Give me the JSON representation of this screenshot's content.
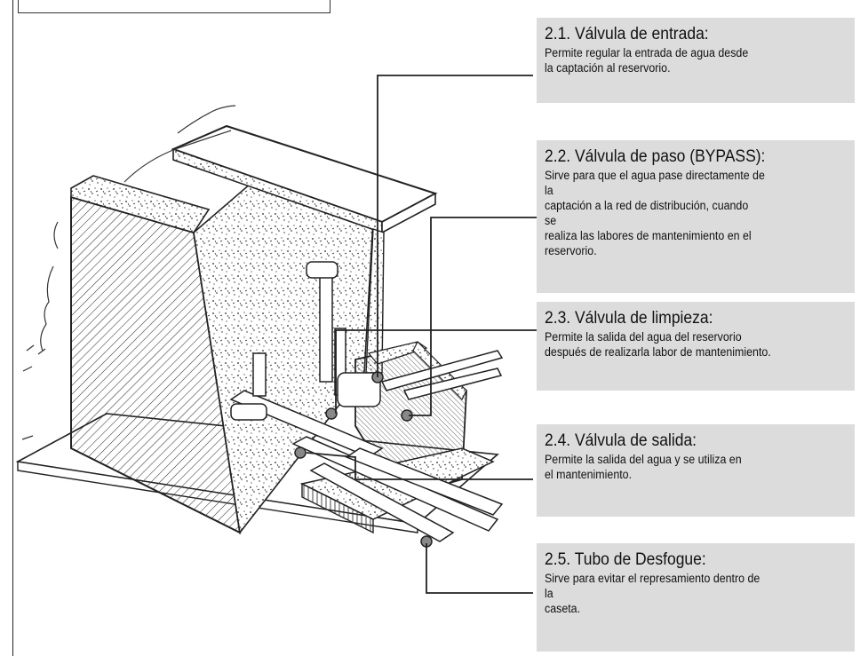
{
  "callouts": [
    {
      "title": "2.1. Válvula de entrada:",
      "lines": [
        "Permite regular la entrada de agua desde",
        "la captación al reservorio."
      ]
    },
    {
      "title": "2.2. Válvula de paso (BYPASS):",
      "lines": [
        "Sirve para que el agua pase directamente de",
        "la",
        "captación a la red de distribución, cuando",
        "se",
        "realiza las labores de mantenimiento en  el",
        "reservorio."
      ]
    },
    {
      "title": "2.3. Válvula de limpieza:",
      "lines": [
        "Permite la salida del agua del reservorio",
        "después de realizarla labor de mantenimiento."
      ]
    },
    {
      "title": "2.4. Válvula de salida:",
      "lines": [
        "Permite la salida del agua y se utiliza en",
        "el mantenimiento."
      ]
    },
    {
      "title": "2.5. Tubo de Desfogue:",
      "lines": [
        "Sirve para evitar el represamiento dentro de",
        "la",
        "caseta."
      ]
    }
  ],
  "colors": {
    "box_bg": "#dcdcdc",
    "line": "#222222"
  }
}
